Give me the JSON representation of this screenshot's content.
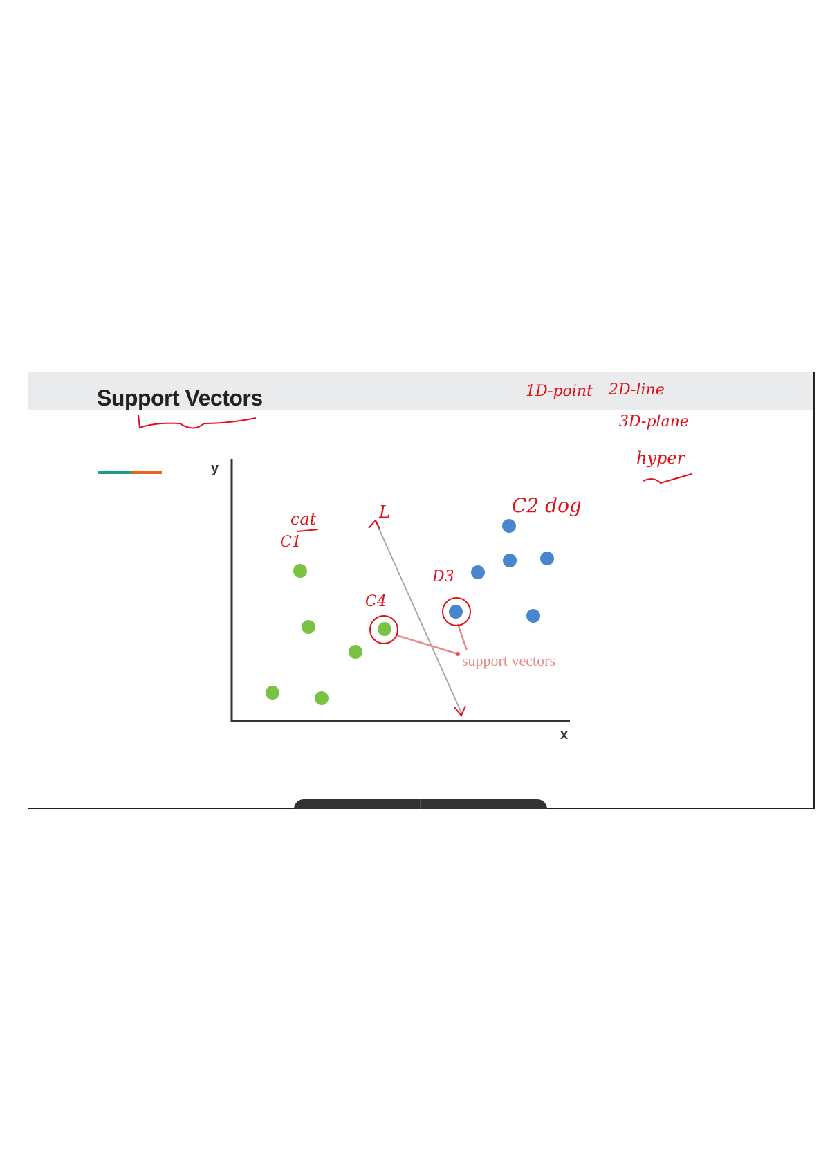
{
  "slide": {
    "title": "Support Vectors",
    "axis_x_label": "x",
    "axis_y_label": "y",
    "callout_label": "support vectors",
    "colors": {
      "class_a": "#7cc242",
      "class_b": "#4a86cf",
      "callout": "#e88a8a",
      "ink": "#e0101a",
      "accent_teal": "#1e9a8e",
      "accent_orange": "#e8641c"
    }
  },
  "annotations": {
    "dim1": "1D-point",
    "dim2": "2D-line",
    "dim3": "3D-plane",
    "hyper": "hyper",
    "cat": "cat",
    "c1": "C1",
    "line_label": "L",
    "c2_dog": "C2 dog",
    "d3": "D3",
    "c4": "C4"
  }
}
